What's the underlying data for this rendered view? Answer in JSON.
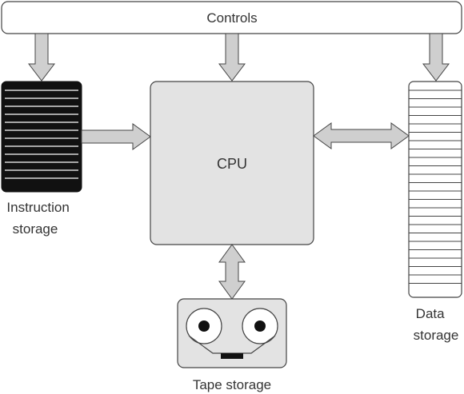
{
  "diagram": {
    "controls_label": "Controls",
    "cpu_label": "CPU",
    "instruction_storage_label": [
      "Instruction",
      "storage"
    ],
    "data_storage_label": [
      "Data",
      "storage"
    ],
    "tape_storage_label": "Tape storage"
  },
  "colors": {
    "box_fill": "#e3e3e3",
    "arrow_fill": "#cfcfcf",
    "instruction_fill": "#111111",
    "outline": "#333333"
  }
}
